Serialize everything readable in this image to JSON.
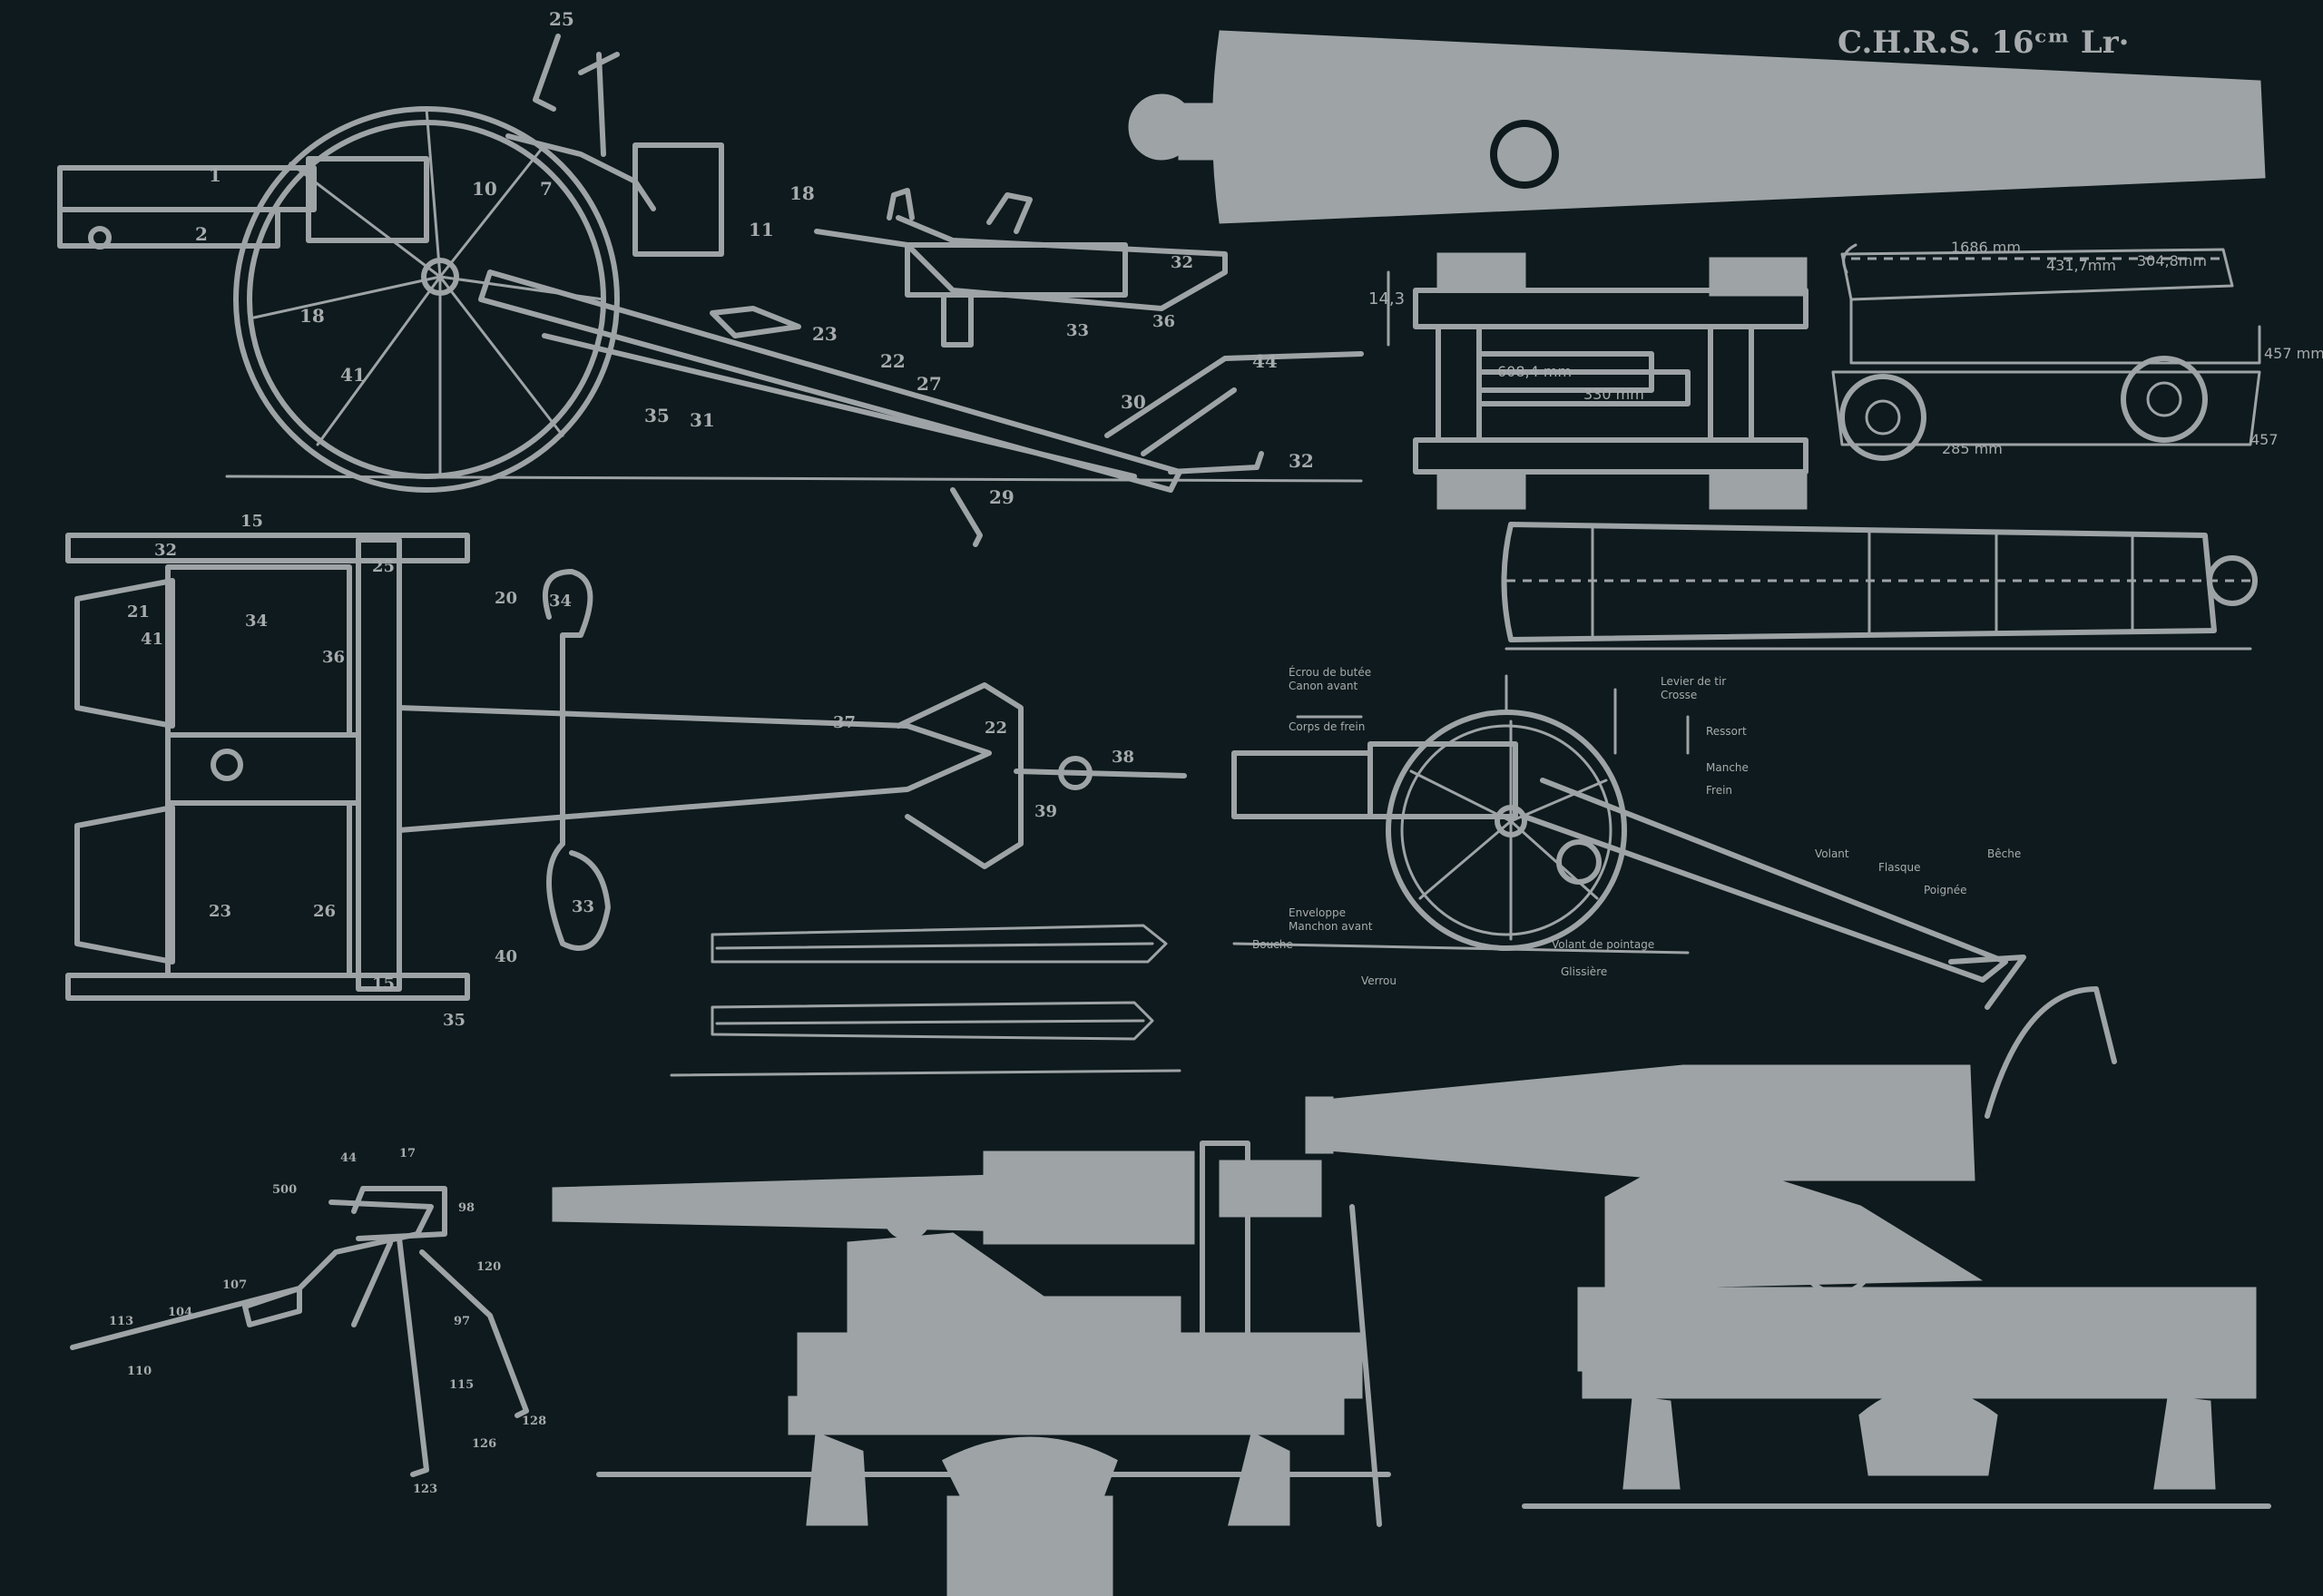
{
  "title_text": "C.H.R.S. 16ᶜᵐ Lr·",
  "carriage_top": {
    "dimension": "14,3",
    "bar_upper": "608,4 mm",
    "bar_lower": "330 mm"
  },
  "cannon_profile": {
    "dims": [
      "1686 mm",
      "431,7mm",
      "304,8mm",
      "457 mm",
      "285 mm",
      "457"
    ]
  },
  "colors": {
    "background": "#0e1a1d",
    "ink": "#9ea3a6"
  }
}
